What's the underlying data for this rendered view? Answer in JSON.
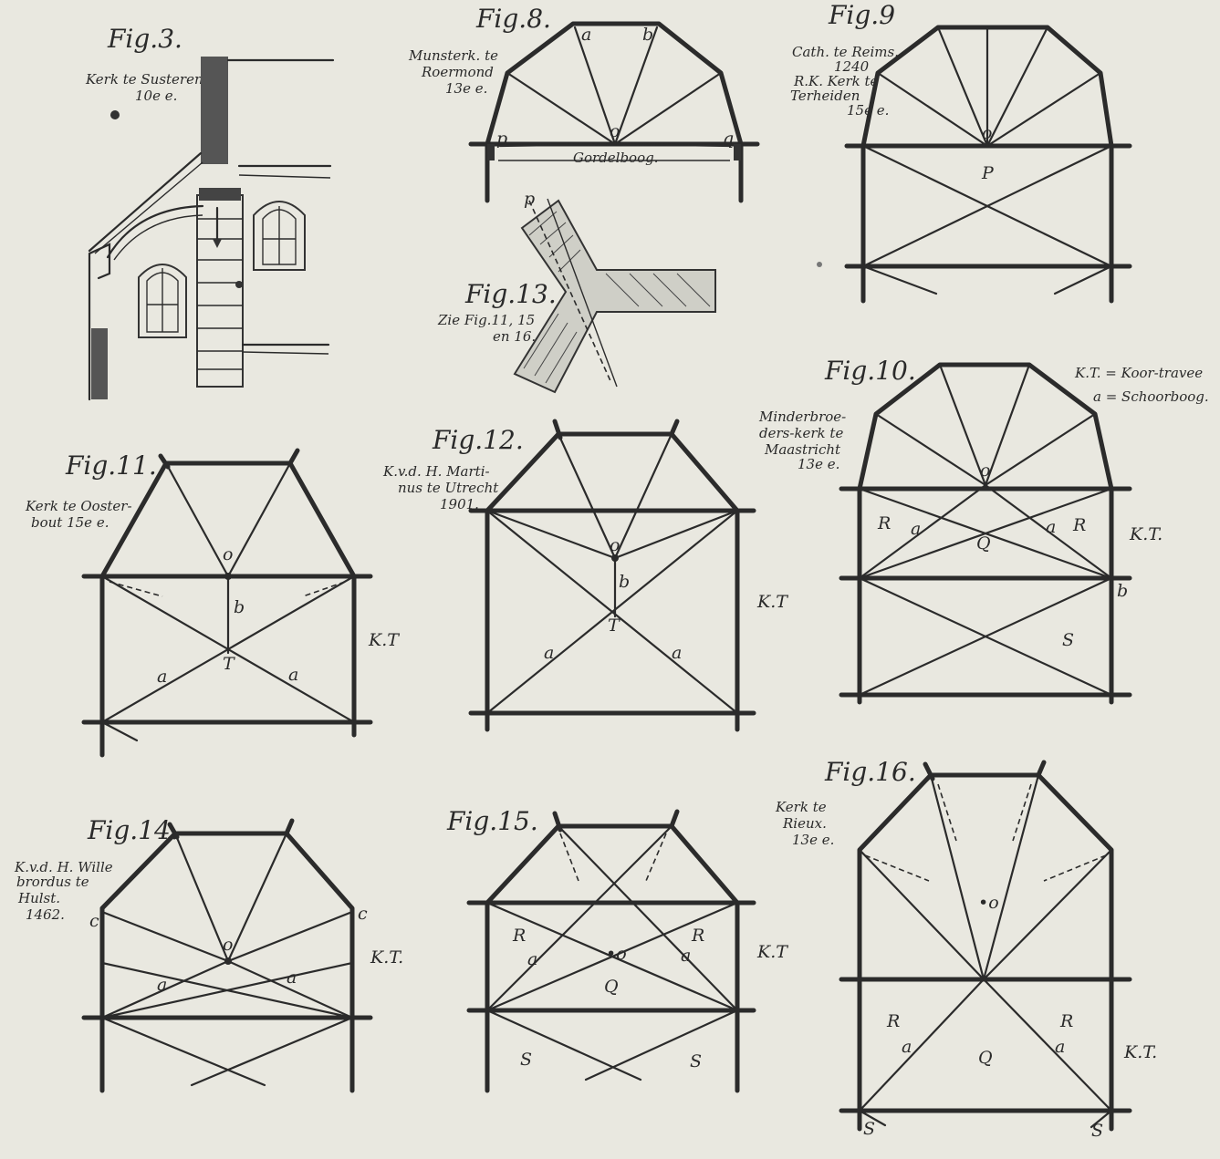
{
  "fig3": {
    "title": "Fig.3.",
    "caption_1": "Kerk te Susteren",
    "caption_2": "10e e."
  },
  "fig8": {
    "title": "Fig.8.",
    "caption_1": "Munsterk. te",
    "caption_2": "Roermond",
    "caption_3": "13e e.",
    "label_a": "a",
    "label_b": "b",
    "label_o": "o",
    "label_p": "p",
    "label_q": "q",
    "label_gordelboog": "Gordelboog."
  },
  "fig9": {
    "title": "Fig.9",
    "caption_1": "Cath. te Reims.",
    "caption_2": "1240",
    "caption_3": "R.K. Kerk te",
    "caption_4": "Terheiden",
    "caption_5": "15e e.",
    "label_o": "o",
    "label_p": "P"
  },
  "fig10": {
    "title": "Fig.10.",
    "legend_1": "K.T. = Koor-travee",
    "legend_2": "a = Schoorboog.",
    "caption_1": "Minderbroe-",
    "caption_2": "ders-kerk te",
    "caption_3": "Maastricht",
    "caption_4": "13e e.",
    "label_o": "o",
    "label_r_left": "R",
    "label_a_left": "a",
    "label_q": "Q",
    "label_a_right": "a",
    "label_r_right": "R",
    "label_kt": "K.T.",
    "label_b": "b",
    "label_s": "S"
  },
  "fig11": {
    "title": "Fig.11.",
    "caption_1": "Kerk te Ooster-",
    "caption_2": "bout 15e e.",
    "label_o": "o",
    "label_b": "b",
    "label_t": "T",
    "label_a_left": "a",
    "label_a_right": "a",
    "label_kt": "K.T"
  },
  "fig12": {
    "title": "Fig.12.",
    "caption_1": "K.v.d. H. Marti-",
    "caption_2": "nus te Utrecht",
    "caption_3": "1901.",
    "label_o": "o",
    "label_b": "b",
    "label_t": "T",
    "label_a_left": "a",
    "label_a_right": "a",
    "label_kt": "K.T"
  },
  "fig13": {
    "title": "Fig.13.",
    "caption_1": "Zie Fig.11, 15",
    "caption_2": "en 16.",
    "label_p": "p"
  },
  "fig14": {
    "title": "Fig.14.",
    "caption_1": "K.v.d. H. Wille",
    "caption_2": "brordus te",
    "caption_3": "Hulst.",
    "caption_4": "1462.",
    "label_c_left": "c",
    "label_c_right": "c",
    "label_o": "o",
    "label_a_left": "a",
    "label_a_right": "a",
    "label_kt": "K.T."
  },
  "fig15": {
    "title": "Fig.15.",
    "label_r_left": "R",
    "label_a_left": "a",
    "label_o": "•o",
    "label_a_right": "a",
    "label_r_right": "R",
    "label_q": "Q",
    "label_kt": "K.T",
    "label_s_left": "S",
    "label_s_right": "S"
  },
  "fig16": {
    "title": "Fig.16.",
    "caption_1": "Kerk te",
    "caption_2": "Rieux.",
    "caption_3": "13e e.",
    "label_o": "•o",
    "label_r_left": "R",
    "label_a_left": "a",
    "label_q": "Q",
    "label_a_right": "a",
    "label_r_right": "R",
    "label_kt": "K.T.",
    "label_s_left": "S",
    "label_s_right": "S"
  }
}
